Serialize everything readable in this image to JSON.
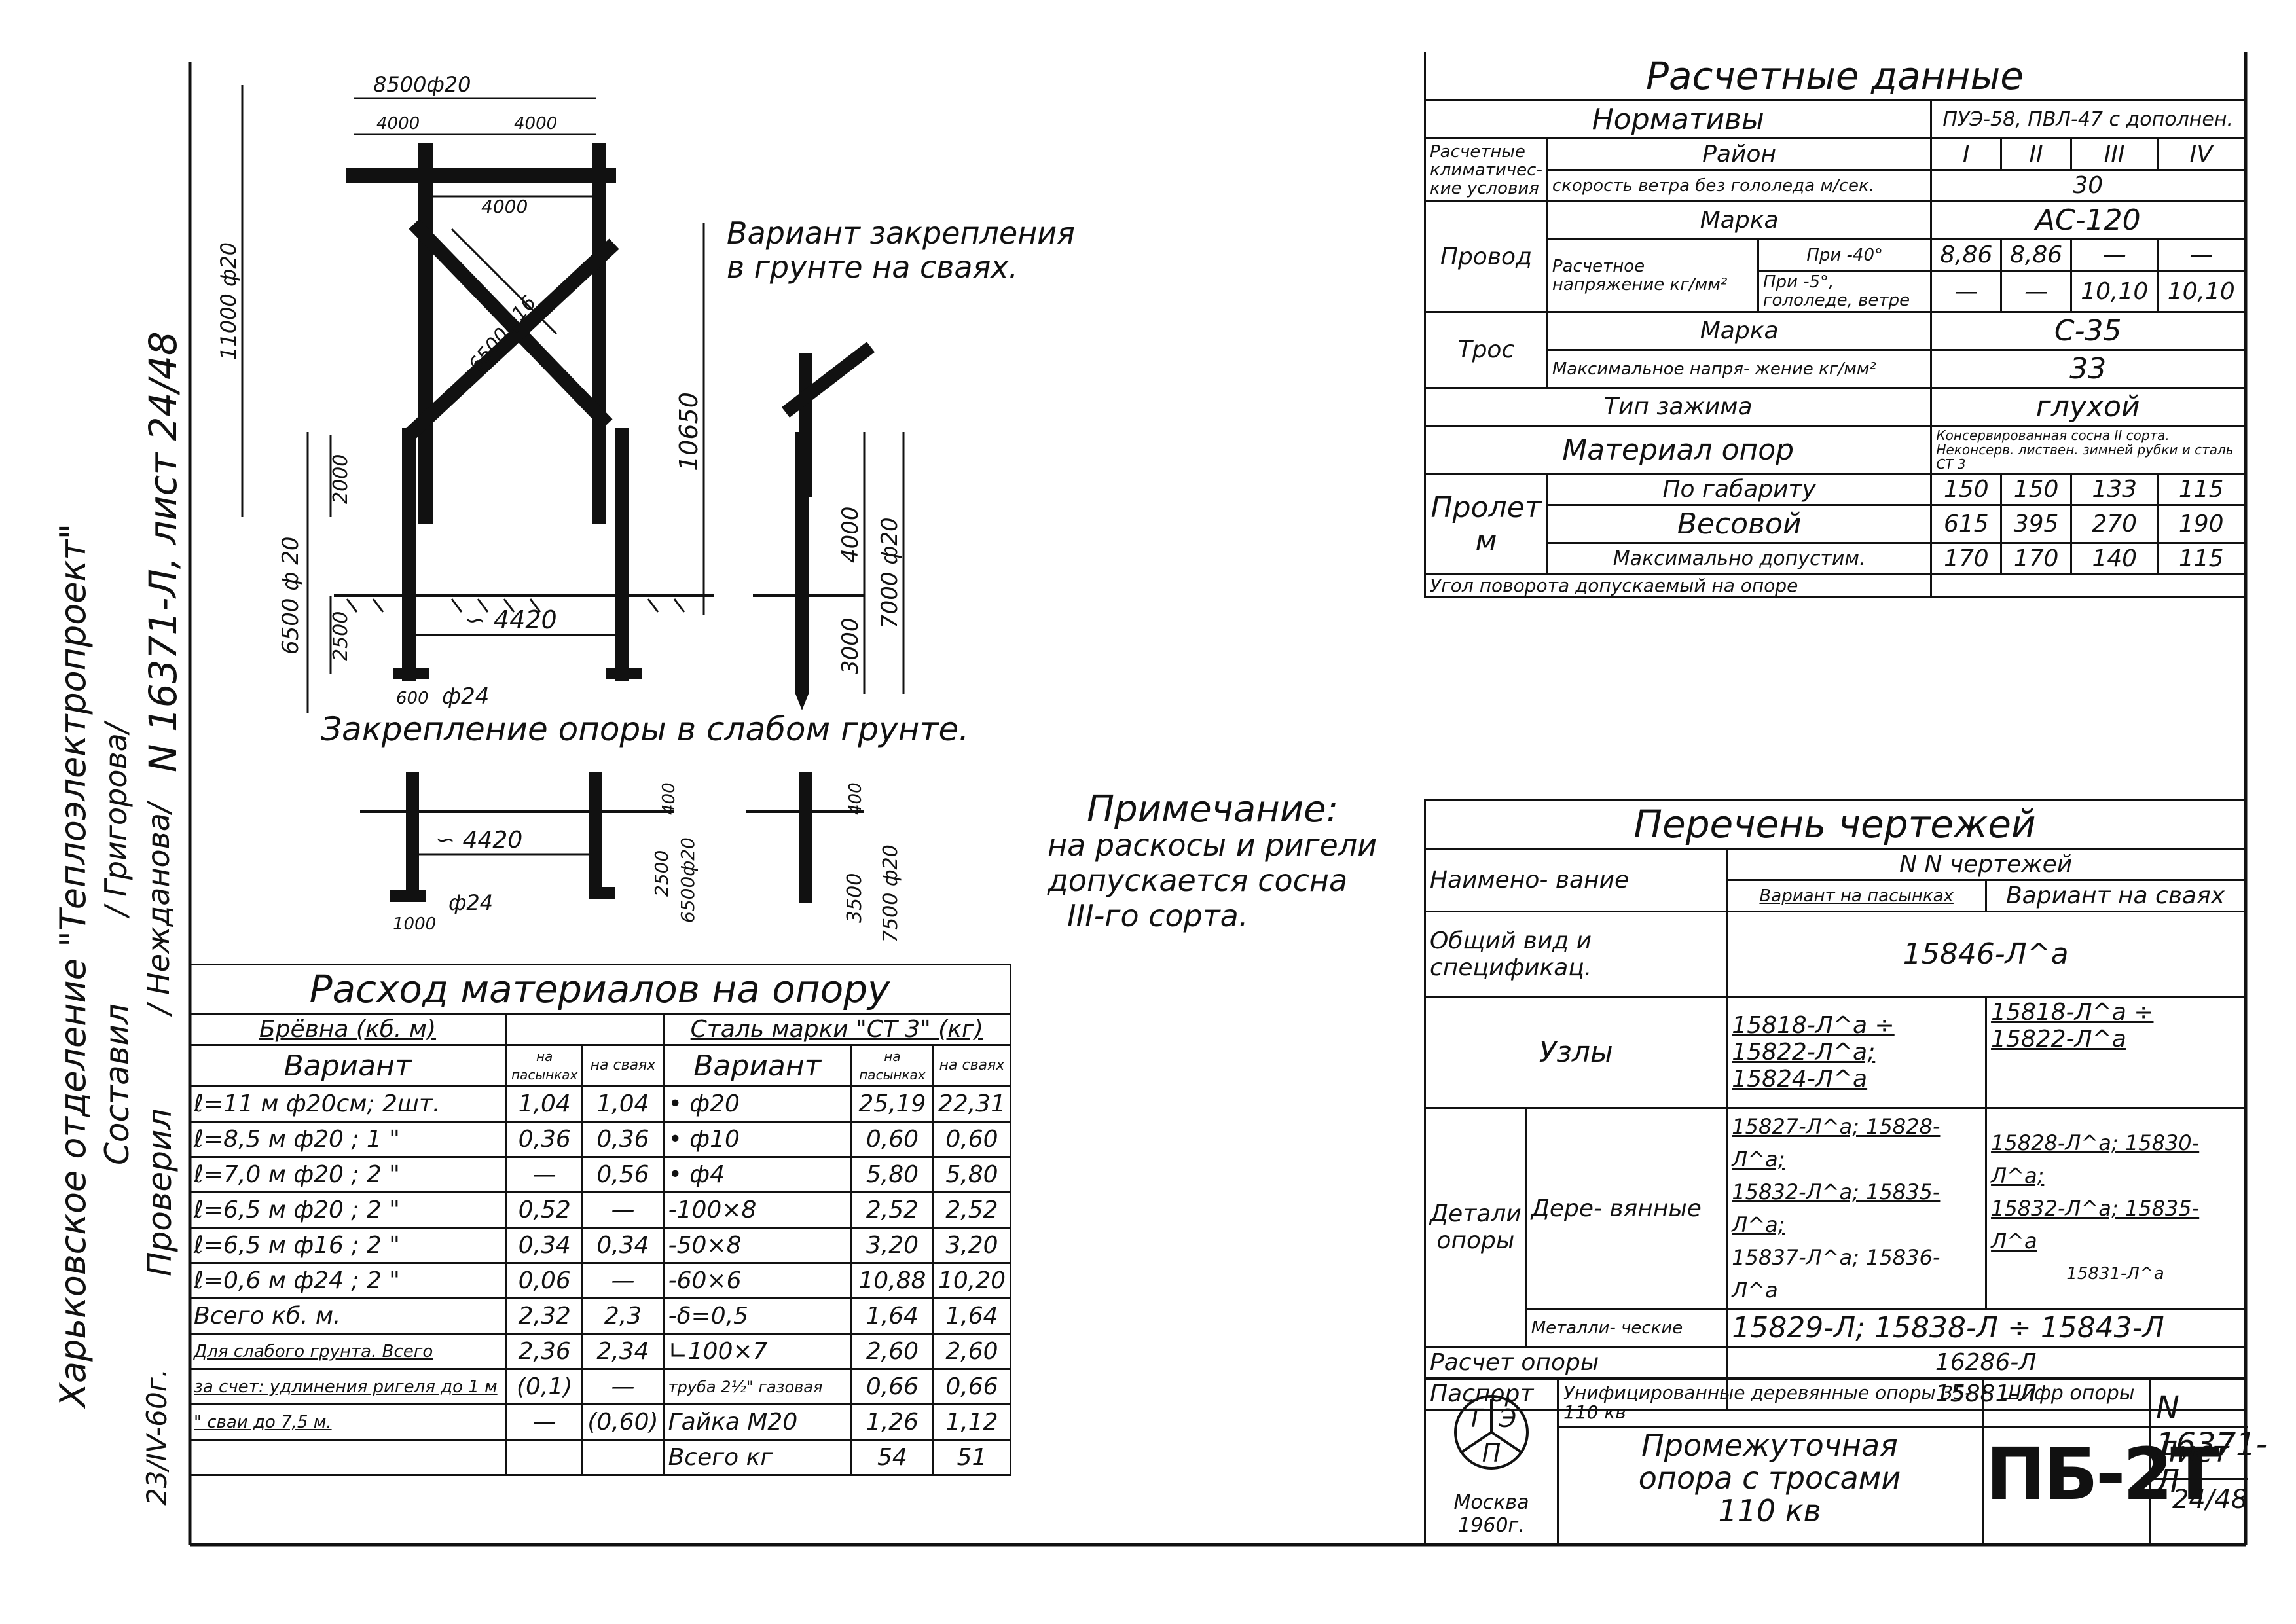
{
  "side_stamp": {
    "line1": "Харьковское отделение \"Теплоэлектропроект\"",
    "line2": "Составил",
    "line2_name": "/ Григорова/",
    "line3": "Проверил",
    "line3_name": "/ Нежданова/",
    "doc_ref": "N 16371-Л, лист 24/48",
    "date": "23/IV-60г."
  },
  "drawing": {
    "dim_top": "8500ф20",
    "dim_4000a": "4000",
    "dim_4000b": "4000",
    "dim_4000c": "4000",
    "dim_11000": "11000 ф20",
    "dim_6500f16": "6500ф16",
    "dim_10650": "10650",
    "dim_2000": "2000",
    "dim_6500f20": "6500 ф 20",
    "dim_2500": "2500",
    "dim_4420": "∽ 4420",
    "dim_600": "600",
    "dim_f24": "ф24",
    "side_4000": "4000",
    "side_3000": "3000",
    "side_7000": "7000 ф20",
    "variant_title_1": "Вариант закрепления",
    "variant_title_2": "в грунте на сваях.",
    "weak_soil_title": "Закрепление опоры в слабом грунте.",
    "weak_4420": "∽ 4420",
    "weak_400": "400",
    "weak_2500": "2500",
    "weak_6500": "6500ф20",
    "weak_1000": "1000",
    "weak_f24": "ф24",
    "weak_side_400": "400",
    "weak_side_3500": "3500",
    "weak_side_7500": "7500 ф20"
  },
  "note": {
    "title": "Примечание:",
    "line1": "на раскосы и ригели",
    "line2": "допускается сосна",
    "line3": "III-го сорта."
  },
  "calc": {
    "title": "Расчетные данные",
    "norms_label": "Нормативы",
    "norms_value": "ПУЭ-58, ПВЛ-47 с дополнен.",
    "climate_label": "Расчетные климатичес- кие условия",
    "region_label": "Район",
    "regions": [
      "I",
      "II",
      "III",
      "IV"
    ],
    "wind_label": "скорость ветра без гололеда м/сек.",
    "wind_value": "30",
    "wire_label": "Провод",
    "wire_mark_label": "Марка",
    "wire_mark_value": "АС-120",
    "stress_label": "Расчетное напряжение кг/мм²",
    "at_minus40": "При -40°",
    "at_minus5": "При -5°, гололеде, ветре",
    "minus40_values": [
      "8,86",
      "8,86",
      "—",
      "—"
    ],
    "minus5_values": [
      "—",
      "—",
      "10,10",
      "10,10"
    ],
    "cable_label": "Трос",
    "cable_mark_label": "Марка",
    "cable_mark_value": "С-35",
    "cable_stress_label": "Максимальное напря- жение кг/мм²",
    "cable_stress_value": "33",
    "clamp_label": "Тип зажима",
    "clamp_value": "глухой",
    "material_label": "Материал опор",
    "material_value_1": "Консервированная сосна II сорта.",
    "material_value_2": "Неконсерв. листвен. зимней рубки и сталь СТ 3",
    "span_label": "Пролет м",
    "span_rows": [
      {
        "label": "По габариту",
        "values": [
          "150",
          "150",
          "133",
          "115"
        ]
      },
      {
        "label": "Весовой",
        "values": [
          "615",
          "395",
          "270",
          "190"
        ]
      },
      {
        "label": "Максимально допустим.",
        "values": [
          "170",
          "170",
          "140",
          "115"
        ]
      }
    ],
    "angle_label": "Угол поворота допускаемый на опоре"
  },
  "drawings_list": {
    "title": "Перечень чертежей",
    "name_label": "Наимено- вание",
    "nn_label": "N N чертежей",
    "variant_pas": "Вариант на пасынках",
    "variant_piles": "Вариант на сваях",
    "general_label": "Общий вид и спецификац.",
    "general_value": "15846-Л^а",
    "nodes_label": "Узлы",
    "nodes_pas_1": "15818-Л^а ÷ 15822-Л^а;",
    "nodes_pas_2": "15824-Л^а",
    "nodes_piles": "15818-Л^а ÷ 15822-Л^а",
    "details_label": "Детали опоры",
    "wooden_label": "Дере- вянные",
    "wood_pas_1": "15827-Л^а; 15828-Л^а;",
    "wood_pas_2": "15832-Л^а; 15835-Л^а;",
    "wood_pas_3": "15837-Л^а; 15836-Л^а",
    "wood_piles_1": "15828-Л^а; 15830-Л^а;",
    "wood_piles_2": "15832-Л^а; 15835-Л^а",
    "wood_piles_3": "15831-Л^а",
    "metal_label": "Металли- ческие",
    "metal_value": "15829-Л; 15838-Л ÷ 15843-Л",
    "calc_label": "Расчет опоры",
    "calc_value": "16286-Л",
    "passport_label": "Паспорт",
    "passport_value": "15881-Л"
  },
  "title_block": {
    "logo_letters": [
      "Т",
      "Э",
      "П"
    ],
    "city": "Москва",
    "year": "1960г.",
    "series": "Унифицированные деревянные опоры 35-110 кв",
    "name_1": "Промежуточная",
    "name_2": "опора с тросами",
    "name_3": "110 кв",
    "cipher_label": "Шифр опоры",
    "cipher_value": "ПБ-2Т",
    "doc_number": "N 16371-Л",
    "sheet_label": "Лист",
    "sheet_value": "24/48"
  },
  "materials": {
    "title": "Расход материалов на опору",
    "logs_header": "Брёвна (кб. м)",
    "steel_header": "Сталь марки \"СТ 3\" (кг)",
    "variant_label": "Вариант",
    "on_pas": "на пасынках",
    "on_piles": "на сваях",
    "log_rows": [
      {
        "name": "ℓ=11 м ф20см; 2шт.",
        "pas": "1,04",
        "piles": "1,04"
      },
      {
        "name": "ℓ=8,5 м ф20 ; 1 \"",
        "pas": "0,36",
        "piles": "0,36"
      },
      {
        "name": "ℓ=7,0 м ф20 ; 2 \"",
        "pas": "—",
        "piles": "0,56"
      },
      {
        "name": "ℓ=6,5 м ф20 ; 2 \"",
        "pas": "0,52",
        "piles": "—"
      },
      {
        "name": "ℓ=6,5 м ф16 ; 2 \"",
        "pas": "0,34",
        "piles": "0,34"
      },
      {
        "name": "ℓ=0,6 м ф24 ; 2 \"",
        "pas": "0,06",
        "piles": "—"
      },
      {
        "name": "Всего кб. м.",
        "pas": "2,32",
        "piles": "2,3"
      },
      {
        "name": "Для слабого грунта. Всего",
        "pas": "2,36",
        "piles": "2,34"
      },
      {
        "name": "за счет: удлинения ригеля до 1 м",
        "pas": "(0,1)",
        "piles": "—"
      },
      {
        "name": "\" сваи до 7,5 м.",
        "pas": "—",
        "piles": "(0,60)"
      }
    ],
    "steel_rows": [
      {
        "name": "• ф20",
        "pas": "25,19",
        "piles": "22,31"
      },
      {
        "name": "• ф10",
        "pas": "0,60",
        "piles": "0,60"
      },
      {
        "name": "• ф4",
        "pas": "5,80",
        "piles": "5,80"
      },
      {
        "name": "-100×8",
        "pas": "2,52",
        "piles": "2,52"
      },
      {
        "name": "-50×8",
        "pas": "3,20",
        "piles": "3,20"
      },
      {
        "name": "-60×6",
        "pas": "10,88",
        "piles": "10,20"
      },
      {
        "name": "-δ=0,5",
        "pas": "1,64",
        "piles": "1,64"
      },
      {
        "name": "∟100×7",
        "pas": "2,60",
        "piles": "2,60"
      },
      {
        "name": "труба 2½\" газовая",
        "pas": "0,66",
        "piles": "0,66"
      },
      {
        "name": "Гайка М20",
        "pas": "1,26",
        "piles": "1,12"
      },
      {
        "name": "Всего кг",
        "pas": "54",
        "piles": "51"
      }
    ]
  }
}
